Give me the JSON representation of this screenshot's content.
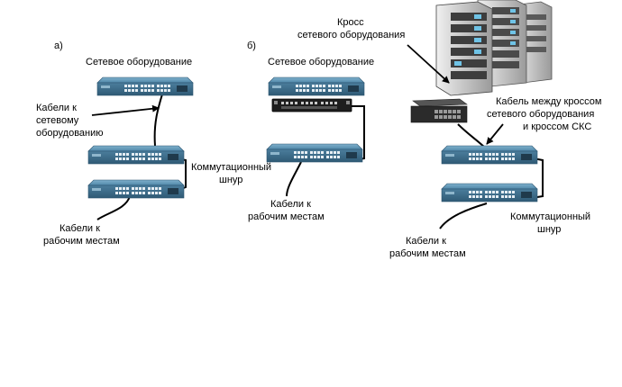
{
  "panel_a": {
    "marker": "а)",
    "title": "Сетевое оборудование",
    "cables_to_equipment": [
      "Кабели к",
      "сетевому",
      "оборудованию"
    ],
    "patch_cord": [
      "Коммутационный",
      "шнур"
    ],
    "cables_to_workplaces": [
      "Кабели к",
      "рабочим местам"
    ]
  },
  "panel_b": {
    "marker": "б)",
    "title": "Сетевое оборудование",
    "cables_to_workplaces": [
      "Кабели к",
      "рабочим местам"
    ]
  },
  "panel_c": {
    "cross_label": [
      "Кросс",
      "сетевого оборудования"
    ],
    "cable_between_label": [
      "Кабель между кроссом",
      "сетевого оборудования",
      "и кроссом СКС"
    ],
    "patch_cord": [
      "Коммутационный",
      "шнур"
    ],
    "cables_to_workplaces": [
      "Кабели к",
      "рабочим местам"
    ]
  },
  "colors": {
    "switch_top": "#5a8fb0",
    "switch_face": "#3f6f8e",
    "rack_body": "#d9d9d9",
    "rack_dark": "#4a4a4a",
    "panel_dark": "#1e1e1e",
    "cable": "#000000"
  },
  "icons": [
    "network-switch-icon",
    "patch-panel-icon",
    "server-rack-icon",
    "desktop-switch-icon"
  ]
}
